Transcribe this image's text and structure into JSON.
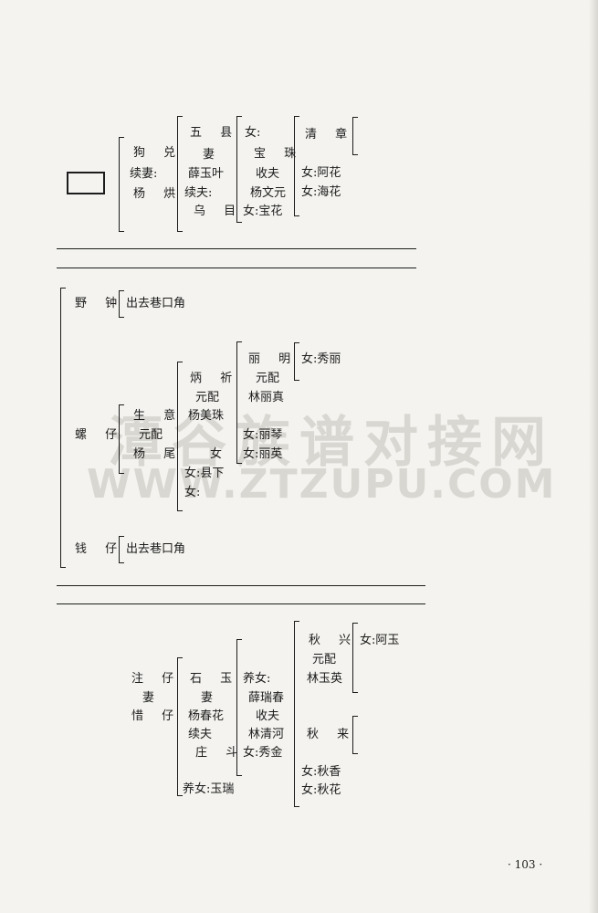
{
  "watermark": {
    "cn": "潭谷族谱对接网",
    "en": "WWW.ZTZUPU.COM"
  },
  "page_number": "· 103 ·",
  "section1": {
    "g1": [
      "狗 兑",
      "续妻:",
      "杨 烘"
    ],
    "g2": [
      "五 县",
      "妻",
      "薛玉叶",
      "续夫:",
      "乌 目"
    ],
    "g3": [
      "女:",
      "宝 珠",
      "收夫",
      "杨文元",
      "女:宝花"
    ],
    "g4": [
      "清 章",
      "女:阿花",
      "女:海花"
    ]
  },
  "section2": {
    "g1": [
      "野 钟",
      "螺 仔",
      "钱 仔"
    ],
    "note1": "出去巷口角",
    "note2": "出去巷口角",
    "g2": [
      "生 意",
      "元配",
      "杨 尾"
    ],
    "g3": [
      "炳 祈",
      "元配",
      "杨美珠",
      "女",
      "女:县下",
      "女:"
    ],
    "g4": [
      "丽 明",
      "元配",
      "林丽真",
      "女:丽琴",
      "女:丽英"
    ],
    "g5": [
      "女:秀丽"
    ]
  },
  "section3": {
    "g1": [
      "注 仔",
      "妻",
      "惜 仔"
    ],
    "g2": [
      "石 玉",
      "妻",
      "杨春花",
      "续夫",
      "庄 斗",
      "养女:玉瑞"
    ],
    "g3": [
      "养女:",
      "薛瑞春",
      "收夫",
      "林清河",
      "女:秀金"
    ],
    "g4": [
      "秋 兴",
      "元配",
      "林玉英",
      "秋 来",
      "女:秋香",
      "女:秋花"
    ],
    "g5": [
      "女:阿玉"
    ]
  }
}
